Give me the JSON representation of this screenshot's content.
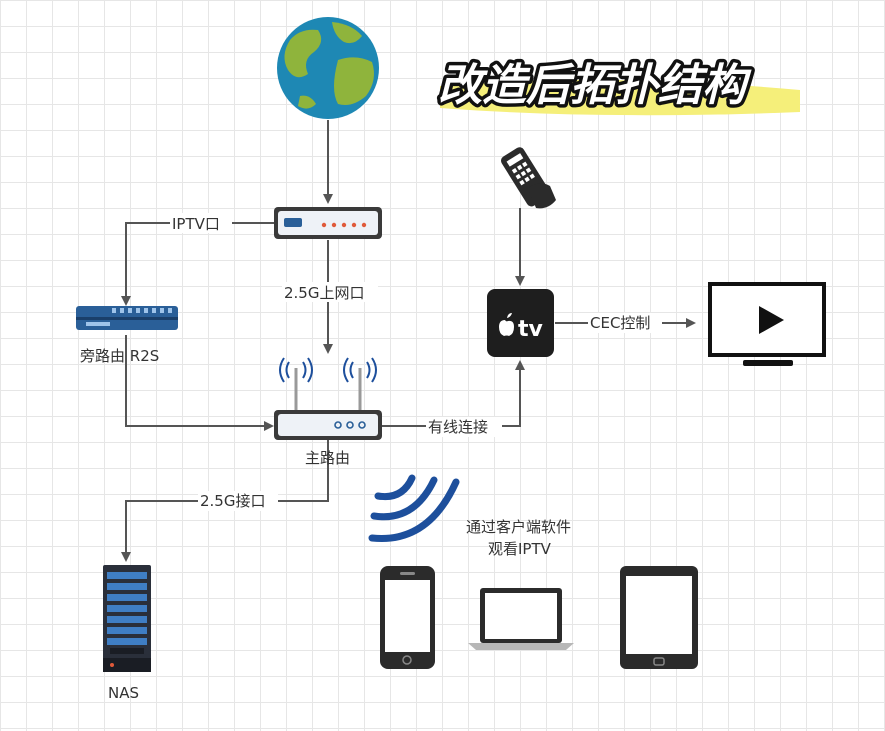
{
  "title": "改造后拓扑结构",
  "colors": {
    "title_highlight": "#f5ef7a",
    "connector": "#555555",
    "globe_ocean": "#1e88b4",
    "globe_land": "#8fb43c",
    "router_blue": "#2a5f98",
    "wifi_blue": "#1d4f9c",
    "dark_device": "#2b2b2b"
  },
  "labels": {
    "iptv_port": "IPTV口",
    "uplink": "2.5G上网口",
    "side_router": "旁路由 R2S",
    "main_router": "主路由",
    "wired": "有线连接",
    "port_25g": "2.5G接口",
    "nas": "NAS",
    "cec": "CEC控制",
    "client_line1": "通过客户端软件",
    "client_line2": "观看IPTV",
    "appletv": "tv"
  }
}
